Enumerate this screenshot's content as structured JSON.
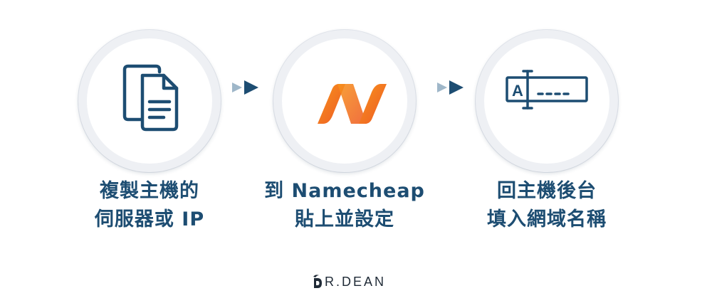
{
  "steps": [
    {
      "line1": "複製主機的",
      "line2": "伺服器或 IP",
      "icon": "copy-document-icon"
    },
    {
      "line1": "到 Namecheap",
      "line2": "貼上並設定",
      "icon": "namecheap-logo-icon"
    },
    {
      "line1": "回主機後台",
      "line2": "填入網域名稱",
      "icon": "text-field-cursor-icon"
    }
  ],
  "field_letter": "A",
  "brand": "R.DEAN",
  "colors": {
    "primary": "#1d4d72",
    "arrow_light": "#9fb7c9",
    "namecheap_orange": "#f26a21"
  }
}
